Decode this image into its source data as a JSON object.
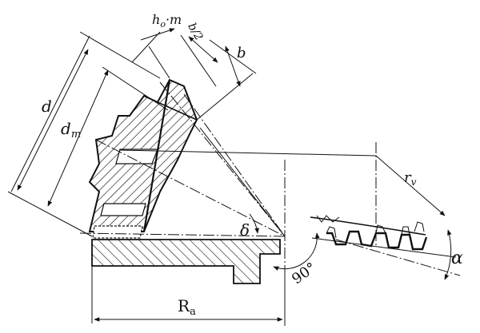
{
  "labels": {
    "d": "d",
    "dm": "d",
    "dm_sub": "m",
    "hom": "h",
    "hom_sub": "o",
    "hom_tail": "·m",
    "b2": "b/2",
    "b": "b",
    "rv": "r",
    "rv_sub": "v",
    "delta": "δ",
    "angle90": "90°",
    "ra": "R",
    "ra_sub": "a",
    "alpha": "α"
  }
}
